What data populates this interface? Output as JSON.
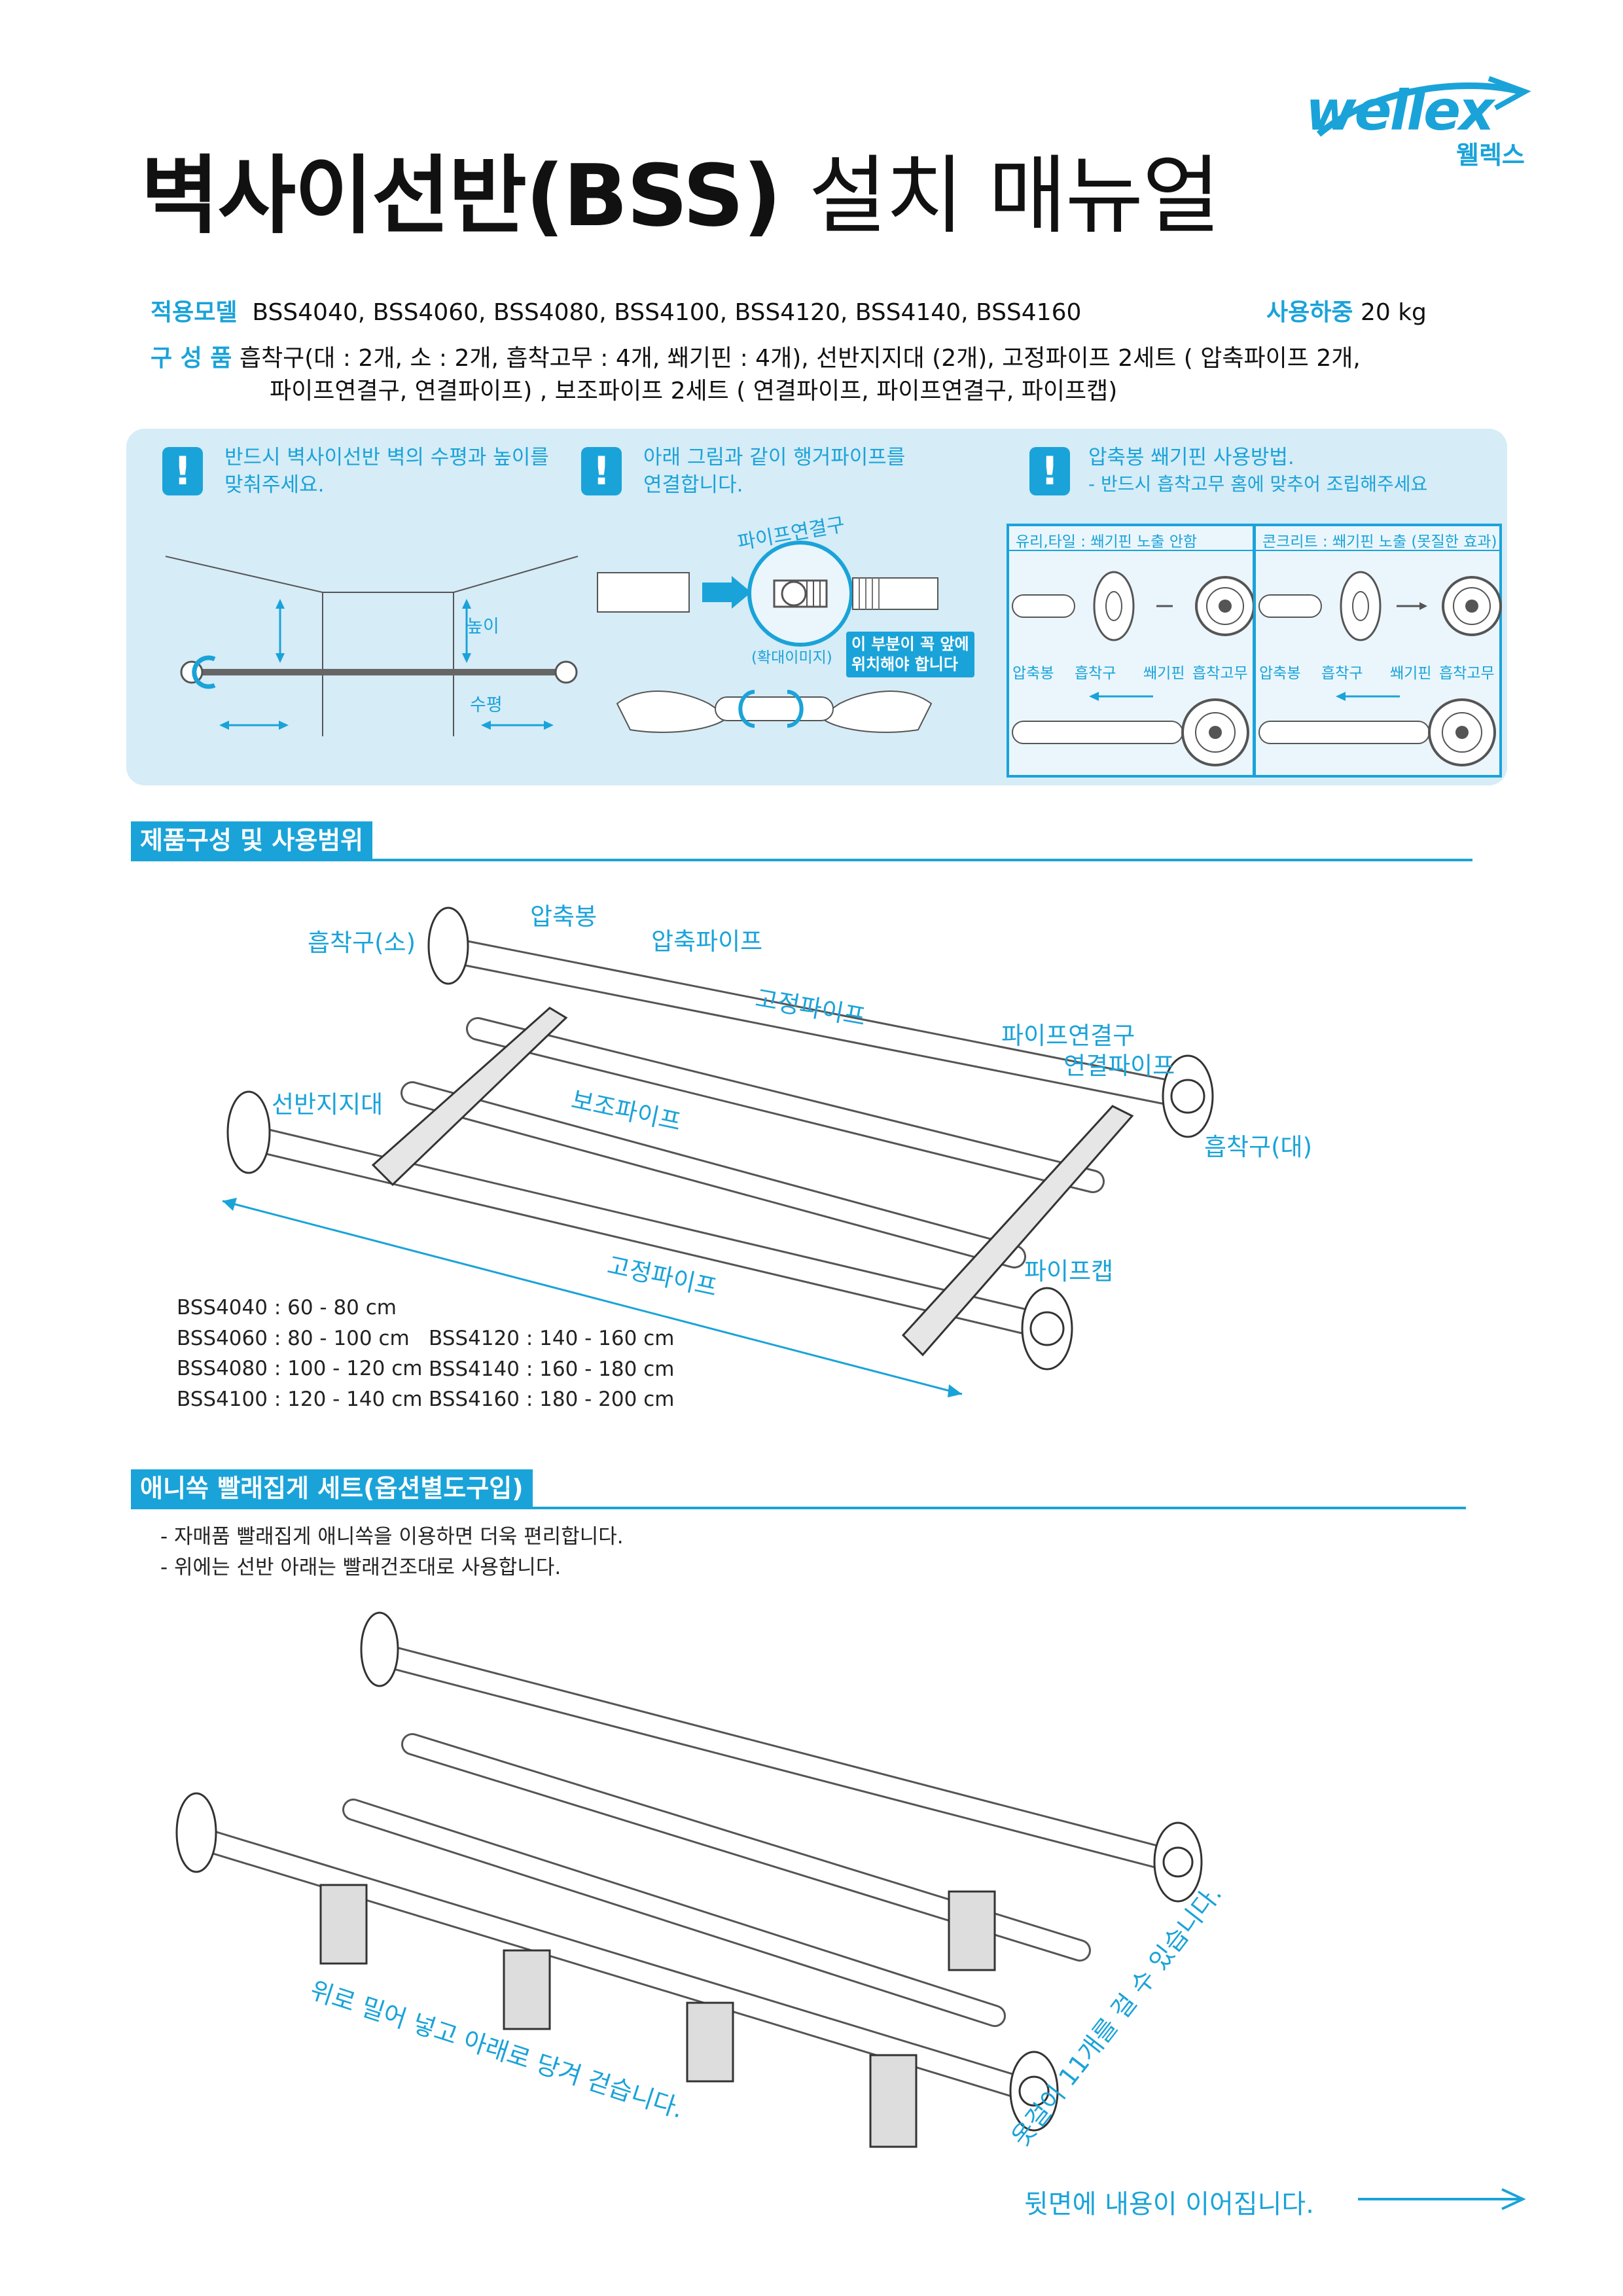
{
  "brand": {
    "logo_en": "wellex",
    "logo_ko": "웰렉스",
    "color": "#1aa3d9"
  },
  "title": {
    "bold": "벽사이선반(BSS)",
    "light": "설치 매뉴얼"
  },
  "specs": {
    "models_label": "적용모델",
    "models_value": "BSS4040, BSS4060, BSS4080, BSS4100, BSS4120, BSS4140, BSS4160",
    "load_label": "사용하중",
    "load_value": "20 kg",
    "parts_label": "구 성 품",
    "parts_line1": "흡착구(대 : 2개, 소 : 2개, 흡착고무 : 4개, 쐐기핀 : 4개), 선반지지대 (2개), 고정파이프 2세트 ( 압축파이프 2개,",
    "parts_line2": "파이프연결구, 연결파이프) , 보조파이프 2세트 ( 연결파이프, 파이프연결구, 파이프캡)"
  },
  "notices": {
    "n1": {
      "line1": "반드시 벽사이선반 벽의 수평과 높이를",
      "line2": "맞춰주세요."
    },
    "n2": {
      "line1": "아래 그림과 같이 행거파이프를",
      "line2": "연결합니다."
    },
    "n3": {
      "line1": "압축봉 쐐기핀 사용방법.",
      "line2": "- 반드시 흡착고무 홈에 맞추어 조립해주세요"
    },
    "height_label": "높이",
    "level_label": "수평",
    "connector_label": "파이프연결구",
    "zoom_label": "(확대이미지)",
    "badge_line1": "이 부분이 꼭 앞에",
    "badge_line2": "위치해야 합니다",
    "panel_left": {
      "header": "유리,타일 : 쐐기핀 노출 안함",
      "labels": [
        "압축봉",
        "흡착구",
        "쐐기핀",
        "흡착고무"
      ]
    },
    "panel_right": {
      "header": "콘크리트 : 쐐기핀 노출 (못질한 효과)",
      "labels": [
        "압축봉",
        "흡착구",
        "쐐기핀",
        "흡착고무"
      ]
    }
  },
  "section1": {
    "title": "제품구성 및 사용범위",
    "labels": {
      "sucker_small": "흡착구(소)",
      "compress_rod": "압축봉",
      "compress_pipe": "압축파이프",
      "fixed_pipe_top": "고정파이프",
      "pipe_connector": "파이프연결구",
      "connect_pipe": "연결파이프",
      "shelf_support": "선반지지대",
      "aux_pipe": "보조파이프",
      "sucker_large": "흡착구(대)",
      "fixed_pipe_bottom": "고정파이프",
      "pipe_cap": "파이프캡"
    },
    "sizes": [
      "BSS4040 : 60 - 80 cm",
      "BSS4060 : 80 - 100 cm",
      "BSS4080 : 100 - 120 cm",
      "BSS4100 : 120 - 140 cm",
      "BSS4120 : 140 - 160 cm",
      "BSS4140 : 160 - 180 cm",
      "BSS4160 : 180 - 200 cm"
    ]
  },
  "section2": {
    "title": "애니쏙 빨래집게 세트(옵션별도구입)",
    "bullets": [
      "- 자매품 빨래집게 애니쏙을 이용하면 더욱 편리합니다.",
      "- 위에는 선반 아래는 빨래건조대로 사용합니다."
    ],
    "caption_push": "위로 밀어 넣고 아래로 당겨 걷습니다.",
    "caption_hangers": "옷걸이 11개를 걸 수 있습니다."
  },
  "footer": {
    "continue": "뒷면에 내용이 이어집니다."
  }
}
